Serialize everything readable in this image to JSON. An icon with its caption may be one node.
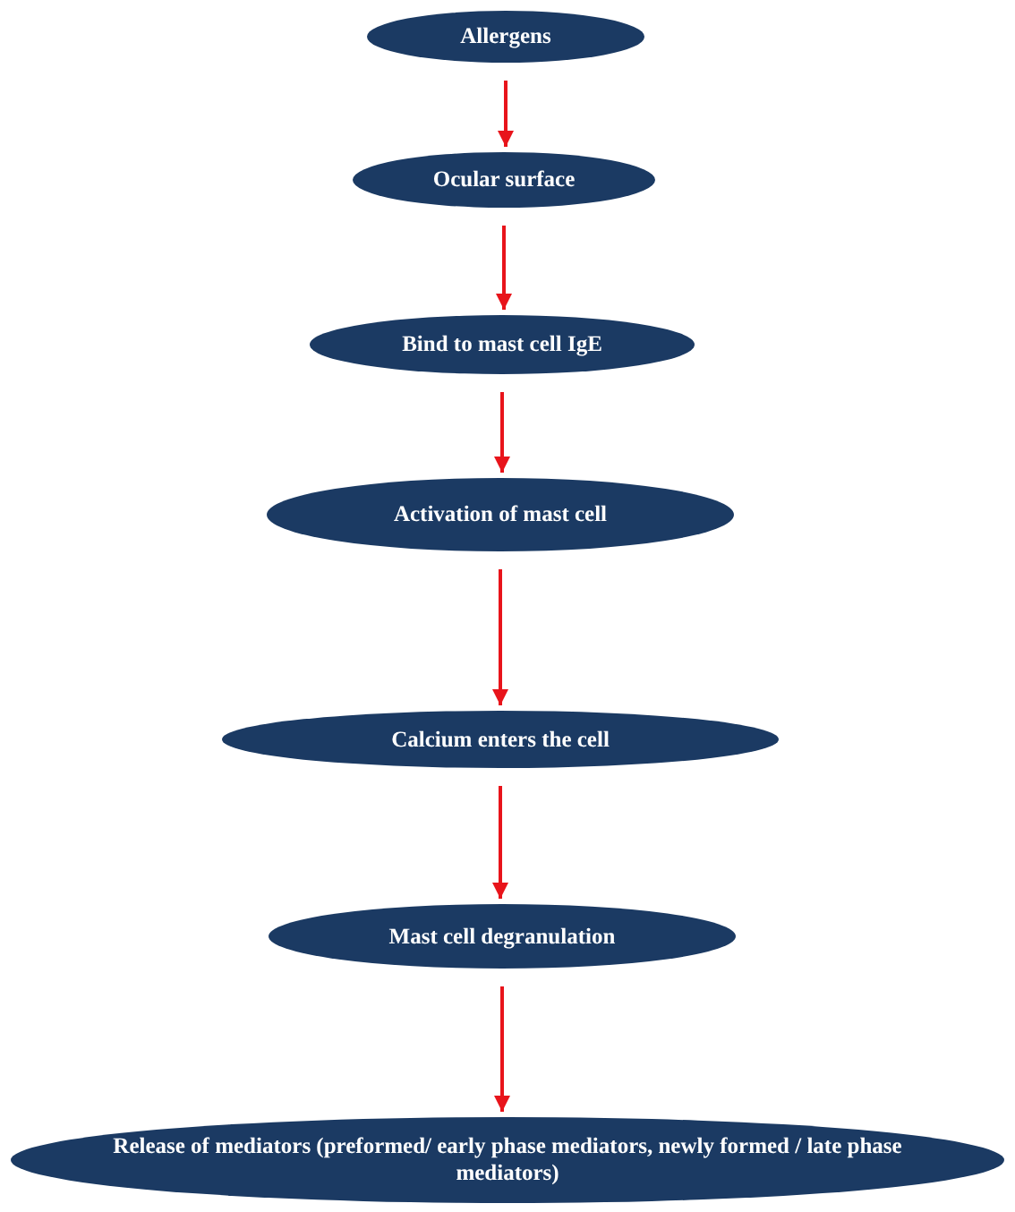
{
  "diagram": {
    "nodes": [
      {
        "text": [
          "Allergens"
        ]
      },
      {
        "text": [
          "Ocular surface"
        ]
      },
      {
        "text": [
          "Bind to mast cell IgE"
        ]
      },
      {
        "text": [
          "Activation of mast cell"
        ]
      },
      {
        "text": [
          "Calcium enters the cell"
        ]
      },
      {
        "text": [
          "Mast cell degranulation"
        ]
      },
      {
        "text": [
          "Release of mediators (preformed/ early phase mediators, newly formed / late phase mediators)"
        ]
      }
    ],
    "edges": [
      {
        "from": 0,
        "to": 1,
        "arrow": "to",
        "color": "#e8141b"
      },
      {
        "from": 1,
        "to": 2,
        "arrow": "to",
        "color": "#e8141b"
      },
      {
        "from": 2,
        "to": 3,
        "arrow": "to",
        "color": "#e8141b"
      },
      {
        "from": 3,
        "to": 4,
        "arrow": "to",
        "color": "#e8141b"
      },
      {
        "from": 4,
        "to": 5,
        "arrow": "to",
        "color": "#e8141b"
      },
      {
        "from": 5,
        "to": 6,
        "arrow": "to",
        "color": "#e8141b"
      }
    ]
  }
}
